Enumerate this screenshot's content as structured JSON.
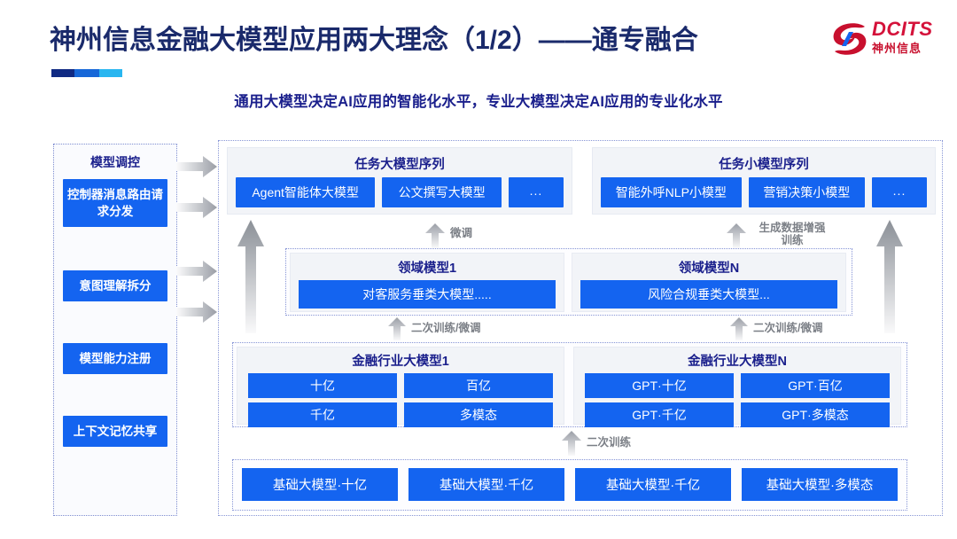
{
  "header": {
    "title": "神州信息金融大模型应用两大理念（1/2）——通专融合",
    "subtitle": "通用大模型决定AI应用的智能化水平，专业大模型决定AI应用的专业化水平",
    "logo_en": "DCITS",
    "logo_cn": "神州信息",
    "accent_colors": [
      "#102a83",
      "#1667d8",
      "#29b6f0"
    ],
    "title_color": "#1a2a6b",
    "subtitle_color": "#1a1f8c",
    "logo_color": "#c8102e"
  },
  "control_panel": {
    "title": "模型调控",
    "items": [
      {
        "label": "控制器消息路由请求分发"
      },
      {
        "label": "意图理解拆分"
      },
      {
        "label": "模型能力注册"
      },
      {
        "label": "上下文记忆共享"
      }
    ],
    "chip_color": "#1464f0"
  },
  "task_sequences": [
    {
      "heading": "任务大模型序列",
      "chips": [
        "Agent智能体大模型",
        "公文撰写大模型",
        "..."
      ]
    },
    {
      "heading": "任务小模型序列",
      "chips": [
        "智能外呼NLP小模型",
        "营销决策小模型",
        "..."
      ]
    }
  ],
  "domain_models": [
    {
      "heading": "领域模型1",
      "chip": "对客服务垂类大模型....."
    },
    {
      "heading": "领域模型N",
      "chip": "风险合规垂类大模型..."
    }
  ],
  "industry_models": [
    {
      "heading": "金融行业大模型1",
      "cells": [
        "十亿",
        "百亿",
        "千亿",
        "多模态"
      ]
    },
    {
      "heading": "金融行业大模型N",
      "cells": [
        "GPT·十亿",
        "GPT·百亿",
        "GPT·千亿",
        "GPT·多模态"
      ]
    }
  ],
  "base_models": {
    "cells": [
      "基础大模型·十亿",
      "基础大模型·千亿",
      "基础大模型·千亿",
      "基础大模型·多模态"
    ]
  },
  "arrow_captions": {
    "finetune": "微调",
    "data_augment_line1": "生成数据增强",
    "data_augment_line2": "训练",
    "retrain_finetune_left": "二次训练/微调",
    "retrain_finetune_right": "二次训练/微调",
    "retrain": "二次训练"
  }
}
